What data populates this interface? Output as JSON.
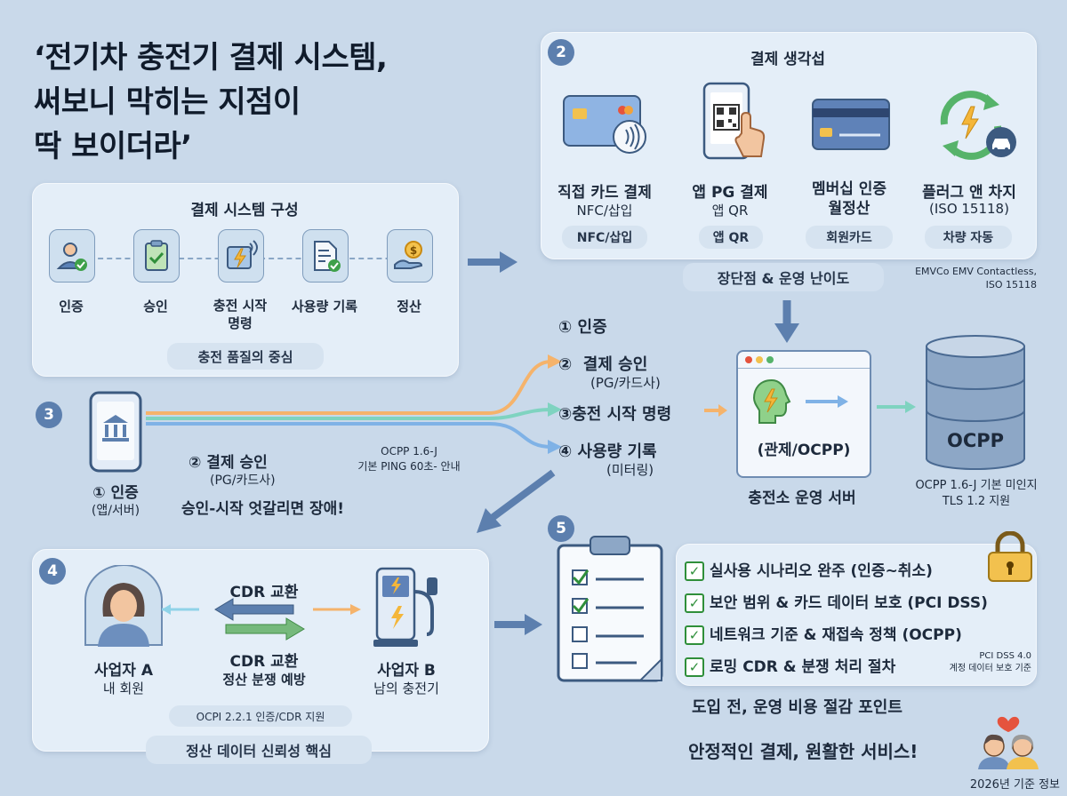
{
  "title": {
    "line1": "‘전기차 충전기 결제 시스템,",
    "line2": "써보니 막히는 지점이",
    "line3": "딱 보이더라’"
  },
  "section1": {
    "title": "결제 시스템 구성",
    "steps": [
      "인증",
      "승인",
      "충전 시작\n명령",
      "사용량 기록",
      "정산"
    ],
    "footer": "충전 품질의 중심"
  },
  "section2": {
    "number": "2",
    "title": "결제 생각섭",
    "options": [
      {
        "title": "직접 카드 결제",
        "sub": "NFC/삽입",
        "tag": "NFC/삽입"
      },
      {
        "title": "앱 PG 결제",
        "sub": "앱 QR",
        "tag": "앱 QR"
      },
      {
        "title": "멤버십 인증\n월정산",
        "sub": "",
        "tag": "회원카드"
      },
      {
        "title": "플러그 앤 차지",
        "sub": "(ISO 15118)",
        "tag": "차량 자동"
      }
    ],
    "footer": "장단점 & 운영 난이도",
    "note": "EMVCo EMV Contactless,\nISO 15118"
  },
  "section3": {
    "number": "3",
    "flow": [
      {
        "label": "① 인증",
        "sub": ""
      },
      {
        "label": "②  결제 승인",
        "sub": "(PG/카드사)"
      },
      {
        "label": "③충전 시작 명령",
        "sub": ""
      },
      {
        "label": "④ 사용량 기록",
        "sub": "(미터링)"
      }
    ],
    "phone_label": "① 인증",
    "phone_sub": "(앱/서버)",
    "approval_label": "② 결제 승인",
    "approval_sub": "(PG/카드사)",
    "ocpp_note": "OCPP 1.6-J\n기본 PING 60초- 안내",
    "warning": "승인-시작 엇갈리면 장애!",
    "server_label": "(관제/OCPP)",
    "server_caption": "충전소 운영 서버",
    "db_label": "OCPP",
    "db_note": "OCPP 1.6-J 기본 미인지\nTLS 1.2 지원"
  },
  "section4": {
    "number": "4",
    "left_title": "사업자 A",
    "left_sub": "내 회원",
    "mid_top": "CDR 교환",
    "mid_bottom1": "CDR 교환",
    "mid_bottom2": "정산 분쟁 예방",
    "right_title": "사업자 B",
    "right_sub": "남의 충전기",
    "tag": "OCPI 2.2.1 인증/CDR 지원",
    "footer": "정산 데이터 신뢰성 핵심"
  },
  "section5": {
    "number": "5",
    "checks": [
      "실사용 시나리오 완주 (인증~취소)",
      "보안 범위 & 카드 데이터 보호 (PCI DSS)",
      "네트워크 기준 & 재접속 정책 (OCPP)",
      "로밍 CDR & 분쟁 처리 절차"
    ],
    "pci_note": "PCI DSS 4.0\n계정 데이터 보호 기준",
    "footer1": "도입 전, 운영 비용 절감 포인트",
    "footer2": "안정적인 결제, 원활한 서비스!",
    "date": "2026년 기준 정보"
  }
}
